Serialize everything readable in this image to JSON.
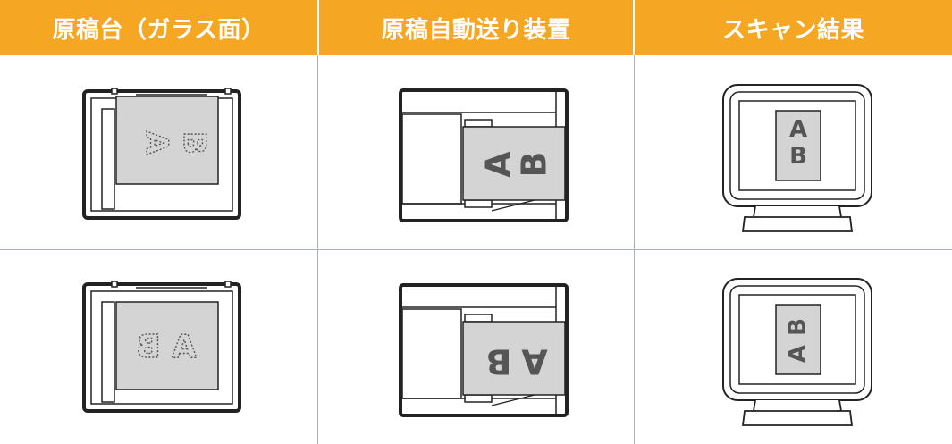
{
  "headers": {
    "glass": "原稿台（ガラス面）",
    "adf": "原稿自動送り装置",
    "result": "スキャン結果"
  },
  "rows": [
    {
      "glass_letters": [
        "A",
        "B"
      ],
      "adf_letters": [
        "A",
        "B"
      ],
      "result_letters": [
        "A",
        "B"
      ]
    },
    {
      "glass_letters": [
        "B",
        "A"
      ],
      "adf_letters": [
        "B",
        "A"
      ],
      "result_letters": [
        "A",
        "B"
      ]
    }
  ],
  "colors": {
    "header_bg": "#f5a623",
    "header_text": "#ffffff",
    "grid": "#f5a623",
    "paper": "#d4d4d4"
  }
}
